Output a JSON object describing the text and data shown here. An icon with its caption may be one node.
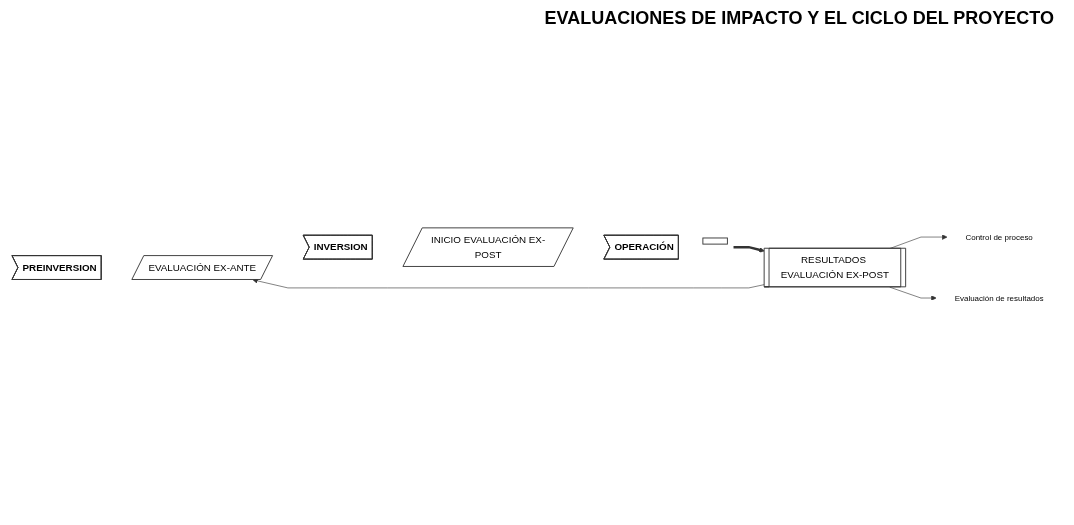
{
  "diagram": {
    "title": "EVALUACIONES DE IMPACTO Y EL CICLO DEL PROYECTO",
    "nodes": [
      {
        "text": [
          "PREINVERSION"
        ]
      },
      {
        "text": [
          "EVALUACIÓN EX-ANTE"
        ]
      },
      {
        "text": [
          "INVERSION"
        ]
      },
      {
        "text": [
          "INICIO EVALUACIÓN EX-POST"
        ]
      },
      {
        "text": [
          "OPERACIÓN"
        ]
      },
      {
        "text": [],
        "shape": "bar"
      },
      {
        "text": [
          "Evaluación de resultados"
        ]
      },
      {
        "text": [
          "Control de proceso"
        ]
      },
      {
        "text": [
          "RESULTADOS EVALUACIÓN EX-POST"
        ]
      }
    ],
    "edges": [
      {
        "from": 5,
        "to": 8,
        "arrow": "to",
        "style": "thick"
      },
      {
        "from": 8,
        "to": 7,
        "arrow": "to"
      },
      {
        "from": 8,
        "to": 6,
        "arrow": "to"
      },
      {
        "from": 8,
        "to": 1,
        "arrow": "to"
      }
    ]
  }
}
